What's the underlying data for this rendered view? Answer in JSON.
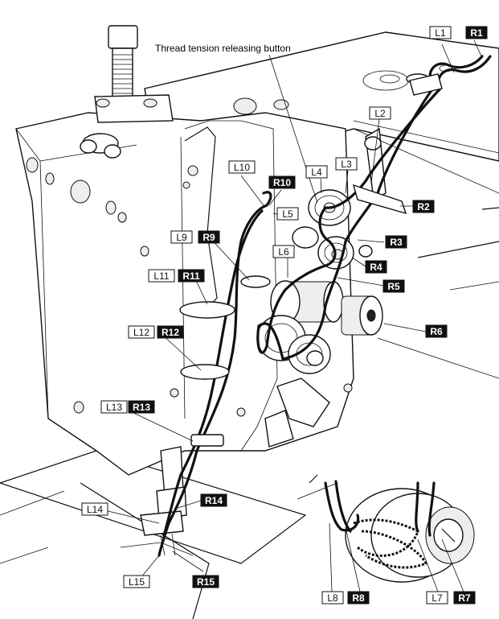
{
  "title": "Thread tension releasing button",
  "labels": {
    "L1": "L1",
    "R1": "R1",
    "L2": "L2",
    "R2": "R2",
    "L3": "L3",
    "R3": "R3",
    "L4": "L4",
    "R4": "R4",
    "L5": "L5",
    "R5": "R5",
    "L6": "L6",
    "R6": "R6",
    "L7": "L7",
    "R7": "R7",
    "L8": "L8",
    "R8": "R8",
    "L9": "L9",
    "R9": "R9",
    "L10": "L10",
    "R10": "R10",
    "L11": "L11",
    "R11": "R11",
    "L12": "L12",
    "R12": "R12",
    "L13": "L13",
    "R13": "R13",
    "L14": "L14",
    "R14": "R14",
    "L15": "L15",
    "R15": "R15"
  }
}
